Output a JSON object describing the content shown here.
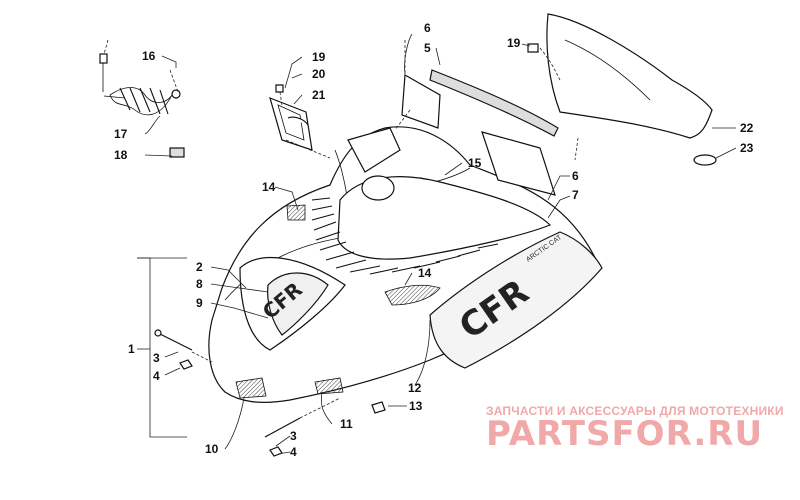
{
  "callouts": {
    "c1": "1",
    "c2": "2",
    "c3a": "3",
    "c3b": "3",
    "c4a": "4",
    "c4b": "4",
    "c5": "5",
    "c6a": "6",
    "c6b": "6",
    "c7": "7",
    "c8": "8",
    "c9": "9",
    "c10": "10",
    "c11": "11",
    "c12": "12",
    "c13": "13",
    "c14a": "14",
    "c14b": "14",
    "c15": "15",
    "c16": "16",
    "c17": "17",
    "c18": "18",
    "c19a": "19",
    "c19b": "19",
    "c20": "20",
    "c21": "21",
    "c22": "22",
    "c23": "23"
  },
  "watermark": {
    "subtitle": "ЗАПЧАСТИ И АКСЕССУАРЫ ДЛЯ МОТОТЕХНИКИ",
    "brand": "PARTSFOR.RU",
    "color": "#f0a8a8"
  },
  "decal_text": {
    "model": "CFR",
    "sub": "ARCTIC CAT"
  }
}
